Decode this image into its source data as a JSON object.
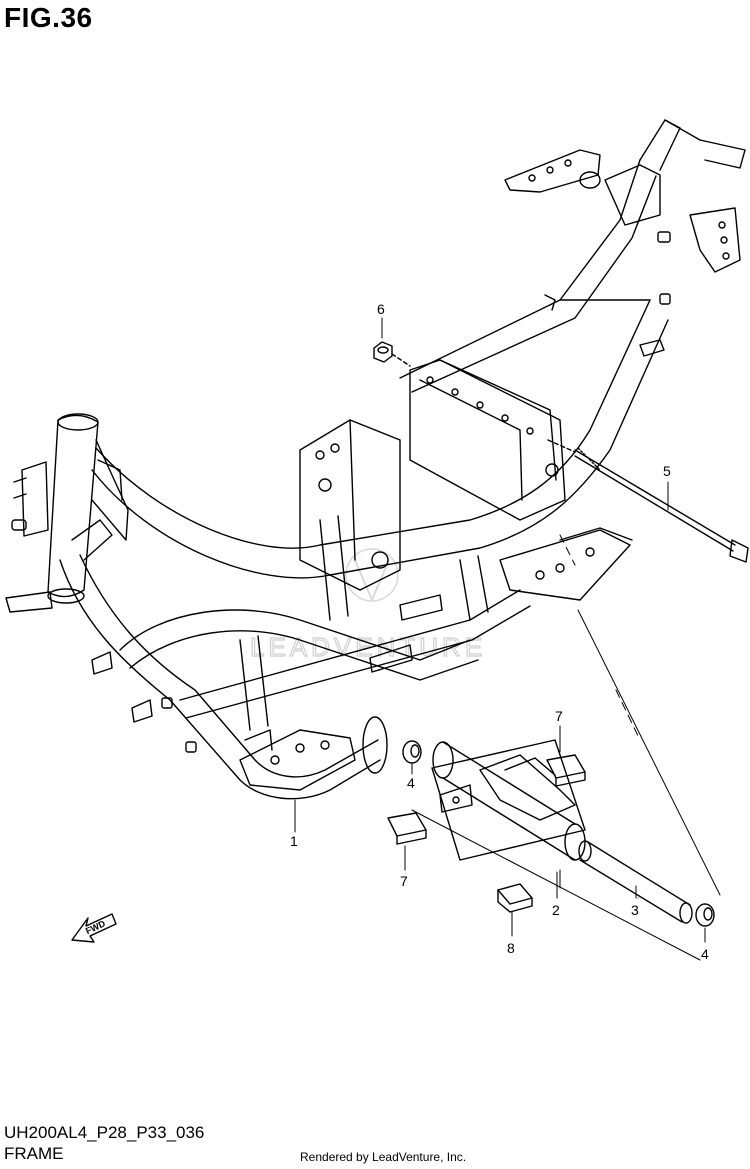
{
  "figure": {
    "title": "FIG.36",
    "code": "UH200AL4_P28_P33_036",
    "name": "FRAME",
    "rendered_by": "Rendered by LeadVenture, Inc.",
    "watermark": "LEADVENTURE",
    "fwd_label": "FWD"
  },
  "callouts": [
    {
      "id": "1",
      "label": "1"
    },
    {
      "id": "2",
      "label": "2"
    },
    {
      "id": "3",
      "label": "3"
    },
    {
      "id": "4a",
      "label": "4"
    },
    {
      "id": "4b",
      "label": "4"
    },
    {
      "id": "5",
      "label": "5"
    },
    {
      "id": "6",
      "label": "6"
    },
    {
      "id": "7a",
      "label": "7"
    },
    {
      "id": "7b",
      "label": "7"
    },
    {
      "id": "8",
      "label": "8"
    }
  ]
}
